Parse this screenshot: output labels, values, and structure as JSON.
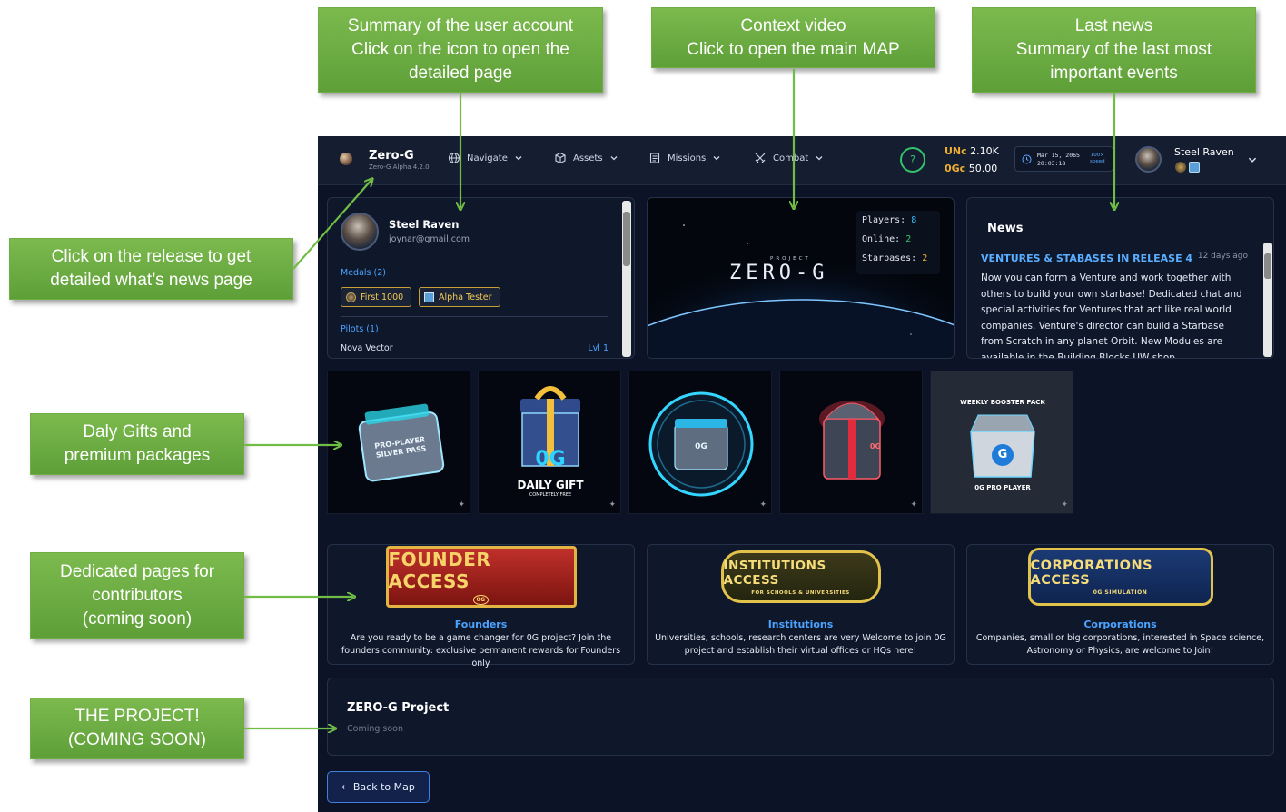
{
  "annotations": {
    "user_summary": [
      "Summary of the user account",
      "Click on the icon to open the",
      "detailed page"
    ],
    "context_video": [
      "Context video",
      "Click to open the main MAP"
    ],
    "last_news": [
      "Last news",
      "Summary of the last most",
      "important events"
    ],
    "release": [
      "Click on the release to get",
      "detailed what’s news page"
    ],
    "gifts": [
      "Daly Gifts and",
      "premium packages"
    ],
    "contributors": [
      "Dedicated pages for",
      "contributors",
      "(coming soon)"
    ],
    "project": [
      "THE PROJECT!",
      "(COMING SOON)"
    ]
  },
  "header": {
    "brand": "Zero-G",
    "version": "Zero-G Alpha 4.2.0",
    "nav": [
      {
        "label": "Navigate",
        "icon": "globe-icon"
      },
      {
        "label": "Assets",
        "icon": "cube-icon"
      },
      {
        "label": "Missions",
        "icon": "scroll-icon"
      },
      {
        "label": "Combat",
        "icon": "swords-icon"
      }
    ],
    "help_glyph": "?",
    "currencies": [
      {
        "code": "UNc",
        "amount": "2.10K"
      },
      {
        "code": "0Gc",
        "amount": "50.00"
      }
    ],
    "clock": {
      "date": "Mar 15, 2065",
      "time": "20:03:18",
      "speed_value": "100×",
      "speed_label": "speed"
    },
    "user_name": "Steel Raven"
  },
  "account": {
    "name": "Steel Raven",
    "email": "joynar@gmail.com",
    "medals_label": "Medals (2)",
    "medals": [
      "First 1000",
      "Alpha Tester"
    ],
    "pilots_label": "Pilots (1)",
    "pilots": [
      {
        "name": "Nova Vector",
        "level": "Lvl 1"
      }
    ]
  },
  "video": {
    "project_label": "PROJECT",
    "logo": "ZERO-G",
    "stats": [
      {
        "label": "Players:",
        "value": "8"
      },
      {
        "label": "Online:",
        "value": "2"
      },
      {
        "label": "Starbases:",
        "value": "2"
      }
    ]
  },
  "news": {
    "title": "News",
    "item_title": "VENTURES & STABASES IN RELEASE 4",
    "item_age": "12 days ago",
    "item_text": "Now you can form a Venture and work together with others to build your own starbase! Dedicated chat and special activities for Ventures that act like real world companies. Venture's director can build a Starbase from Scratch in any planet Orbit. New Modules are available in the Building Blocks UW shop"
  },
  "gifts": [
    {
      "name": "pro-player-silver-pass",
      "lines": [
        "PRO-PLAYER",
        "SILVER PASS"
      ]
    },
    {
      "name": "daily-gift",
      "lines": [
        "0G",
        "DAILY GIFT",
        "COMPLETELY FREE"
      ]
    },
    {
      "name": "0g-crate-circle",
      "lines": [
        "0G"
      ]
    },
    {
      "name": "0g-alpha-tester-crate",
      "lines": [
        "0G"
      ]
    },
    {
      "name": "weekly-booster-pack",
      "lines": [
        "WEEKLY BOOSTER PACK",
        "G",
        "0G PRO PLAYER"
      ]
    }
  ],
  "contributors": [
    {
      "banner": "FOUNDER ACCESS",
      "banner_sub": "0G",
      "title": "Founders",
      "desc": "Are you ready to be a game changer for 0G project? Join the founders community: exclusive permanent rewards for Founders only"
    },
    {
      "banner": "INSTITUTIONS ACCESS",
      "banner_sub": "FOR SCHOOLS & UNIVERSITIES",
      "title": "Institutions",
      "desc": "Universities, schools, research centers are very Welcome to join 0G project and establish their virtual offices or HQs here!"
    },
    {
      "banner": "CORPORATIONS ACCESS",
      "banner_sub": "0G SIMULATION",
      "title": "Corporations",
      "desc": "Companies, small or big corporations, interested in Space science, Astronomy or Physics, are welcome to Join!"
    }
  ],
  "project": {
    "title": "ZERO-G Project",
    "status": "Coming soon"
  },
  "back_button": "← Back to Map",
  "colors": {
    "app_bg": "#0c1326",
    "accent_blue": "#4aa3ff",
    "gold": "#f0b030",
    "green": "#34c36a",
    "callout": "#6fae45"
  }
}
